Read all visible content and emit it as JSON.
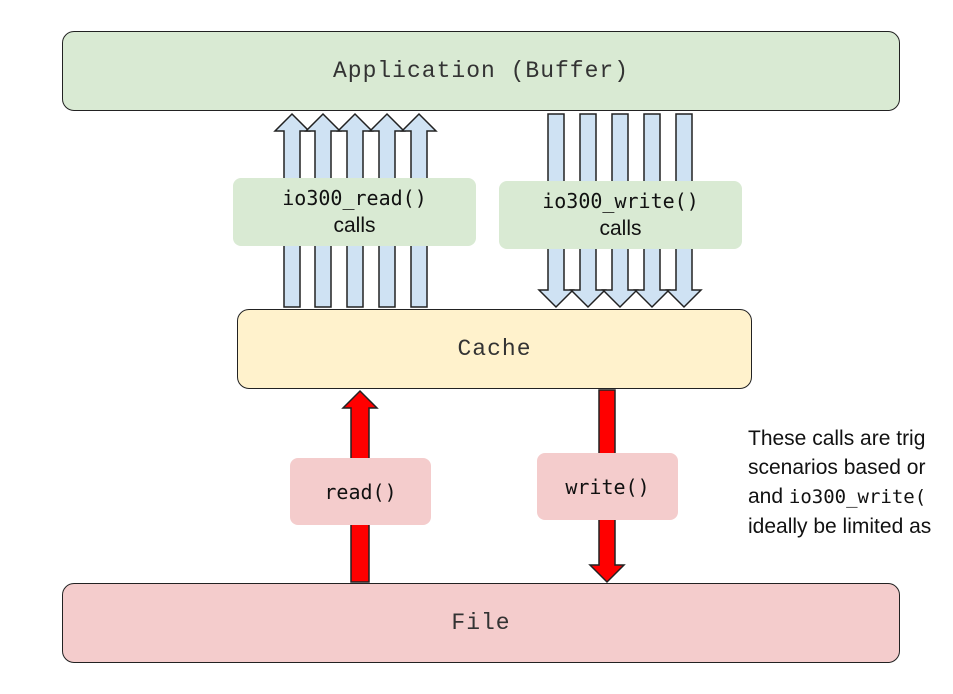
{
  "boxes": {
    "application": "Application (Buffer)",
    "cache": "Cache",
    "file": "File"
  },
  "labels": {
    "read_calls_fn": "io300_read()",
    "read_calls_suffix": "calls",
    "write_calls_fn": "io300_write()",
    "write_calls_suffix": "calls",
    "read_syscall": "read()",
    "write_syscall": "write()"
  },
  "note": {
    "line1": "These calls are trig",
    "line2": "scenarios based or",
    "line3_prefix": "and ",
    "line3_code": "io300_write(",
    "line4": "ideally be limited as"
  },
  "colors": {
    "application_fill": "#d9ead3",
    "cache_fill": "#fff2cc",
    "file_fill": "#f4cccc",
    "blue_arrow": "#cfe2f3",
    "red_arrow": "#ff0000"
  }
}
